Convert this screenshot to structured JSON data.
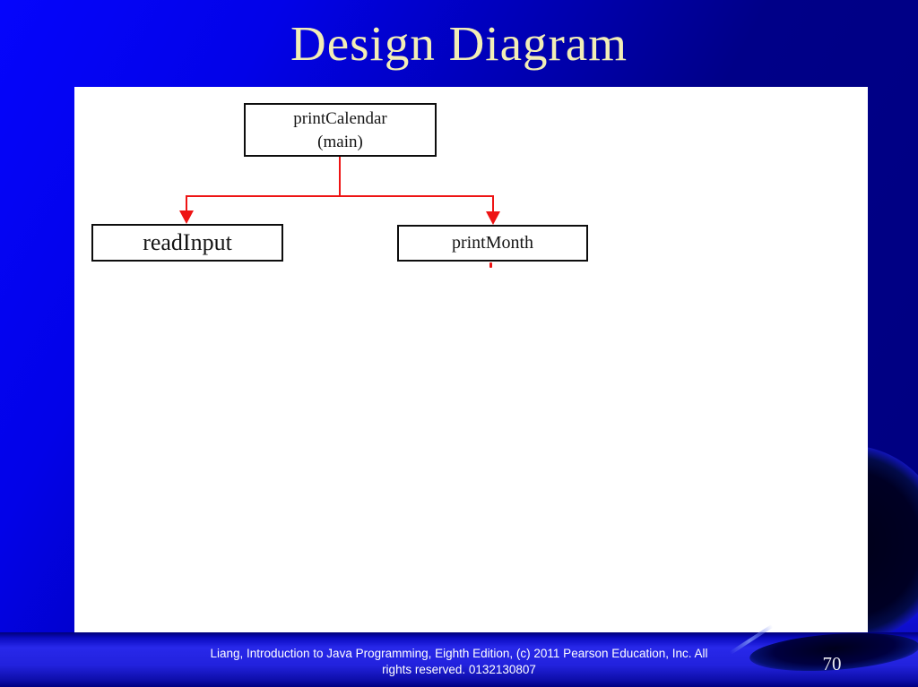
{
  "slide": {
    "title": "Design Diagram",
    "page_number": "70",
    "footer": {
      "line1": "Liang, Introduction to Java Programming, Eighth Edition, (c) 2011 Pearson Education, Inc. All",
      "line2": "rights reserved. 0132130807"
    }
  },
  "diagram": {
    "type": "hierarchy",
    "nodes": [
      {
        "id": "printCalendar",
        "label": "printCalendar",
        "sublabel": "(main)"
      },
      {
        "id": "readInput",
        "label": "readInput"
      },
      {
        "id": "printMonth",
        "label": "printMonth"
      }
    ],
    "edges": [
      {
        "from": "printCalendar",
        "to": "readInput",
        "style": "arrow"
      },
      {
        "from": "printCalendar",
        "to": "printMonth",
        "style": "arrow"
      }
    ],
    "colors": {
      "connector": "#ee1414",
      "node_border": "#0d0d0d",
      "node_text": "#151515",
      "node_background": "#ffffff"
    }
  },
  "theme": {
    "background_bright": "#0505fc",
    "background_dark": "#000080",
    "bottom_band_bright": "#2828ea",
    "title_color": "#f2eeb6",
    "footer_text_color": "#ffffff"
  }
}
